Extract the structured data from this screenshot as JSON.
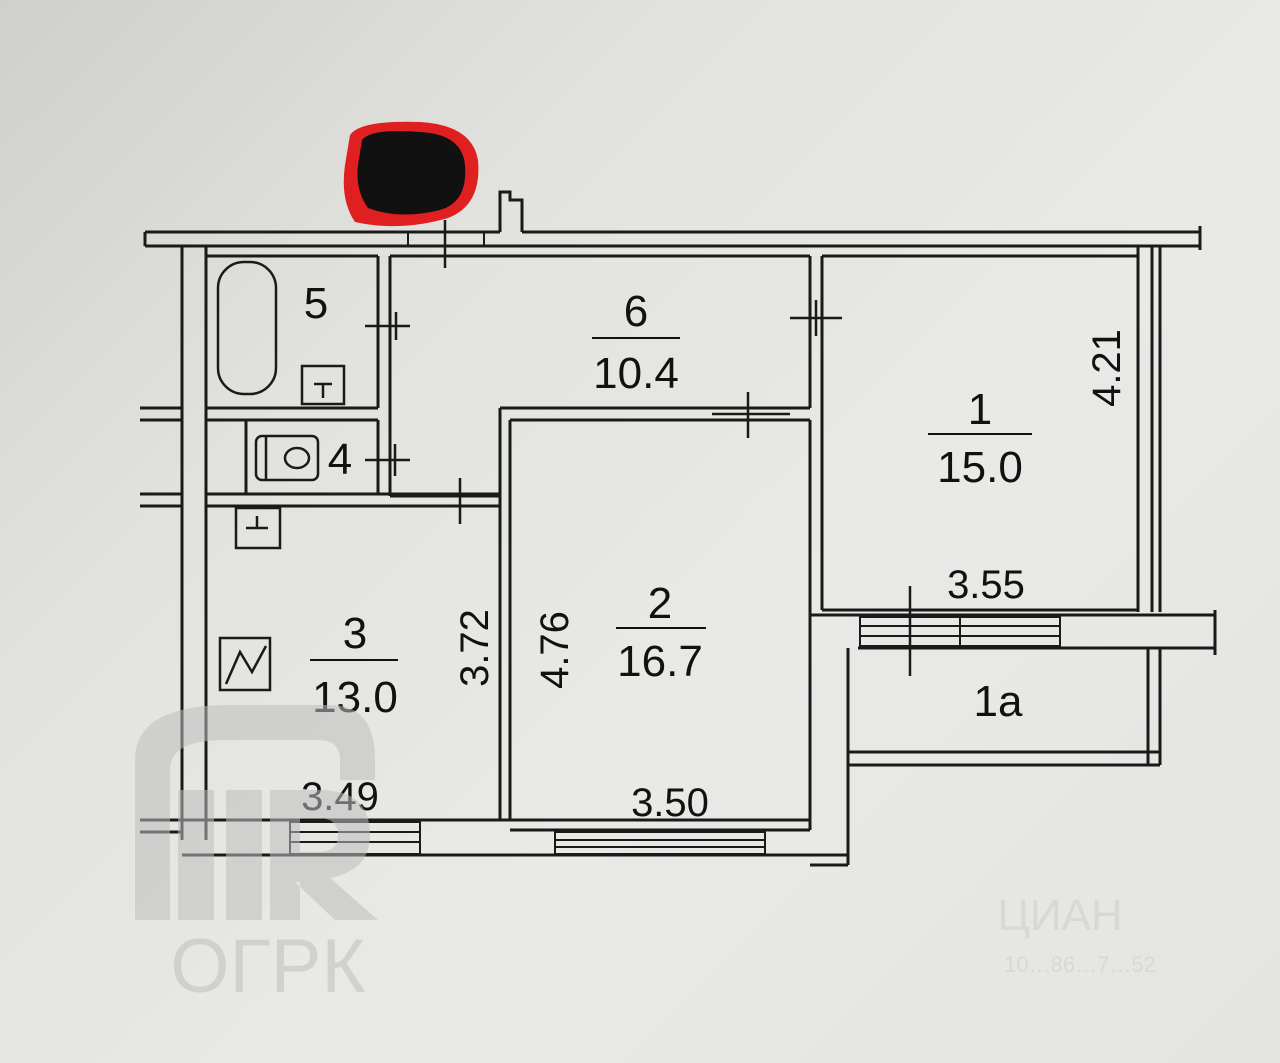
{
  "rooms": [
    {
      "number": "1",
      "area": "15.0"
    },
    {
      "number": "2",
      "area": "16.7"
    },
    {
      "number": "3",
      "area": "13.0"
    },
    {
      "number": "4"
    },
    {
      "number": "5"
    },
    {
      "number": "6",
      "area": "10.4"
    },
    {
      "number": "1a"
    }
  ],
  "dimensions": {
    "room1_width": "3.55",
    "room1_height": "4.21",
    "room2_width": "3.50",
    "room2_height": "4.76",
    "room3_width": "3.49",
    "room3_height": "3.72"
  },
  "watermarks": {
    "logo_text": "ОГРК",
    "cian_text": "ЦИАН",
    "cian_id": "10…86…7…52"
  },
  "colors": {
    "wall": "#1a1a1a",
    "paper": "#e6e6e3",
    "redaction": "#111111",
    "redaction_edge": "#e02020",
    "watermark": "#bdbdbd"
  }
}
